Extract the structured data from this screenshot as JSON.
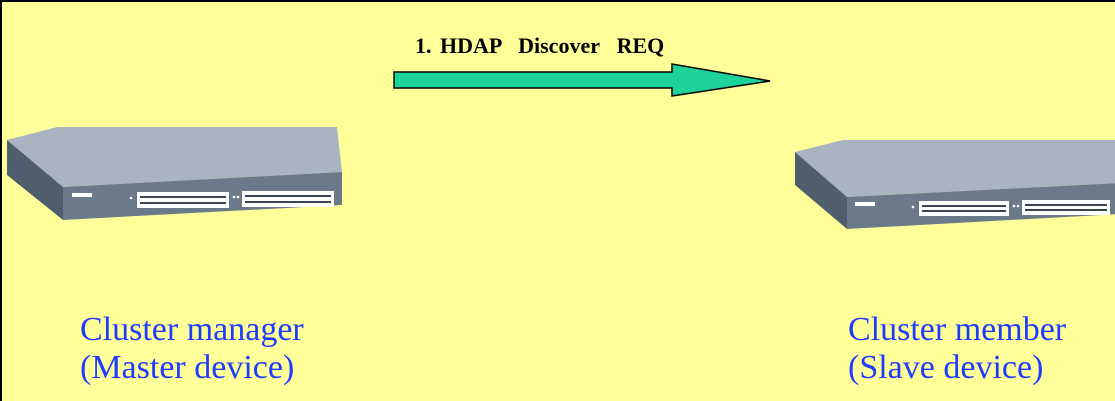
{
  "arrow": {
    "label": "1. HDAP  Discover  REQ",
    "fill_color": "#1ed39a"
  },
  "master": {
    "line1": "Cluster manager",
    "line2": "(Master device)",
    "icon": "network-switch-icon"
  },
  "slave": {
    "line1": "Cluster member",
    "line2": "(Slave device)",
    "icon": "network-switch-icon"
  },
  "colors": {
    "background": "#ffff99",
    "caption_text": "#1f3bff"
  }
}
